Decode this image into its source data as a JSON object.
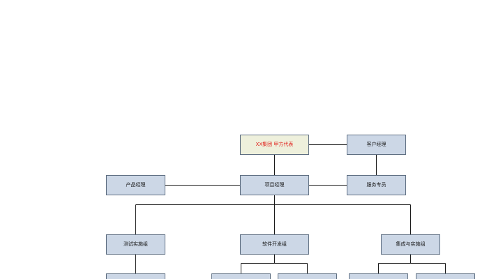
{
  "diagram": {
    "nodes": {
      "client_rep": "XX集团 甲方代表",
      "customer_manager": "客户经理",
      "product_manager": "产品经理",
      "project_manager": "项目经理",
      "service_specialist": "服务专员",
      "test_group": "测试实施组",
      "software_group": "软件开发组",
      "integration_group": "集成与实施组"
    },
    "colors": {
      "box_fill": "#ccd7e6",
      "top_box_fill": "#eef0dc",
      "top_box_text": "#e0201b",
      "box_border": "#5f6f82",
      "line": "#1a1a1a"
    }
  }
}
